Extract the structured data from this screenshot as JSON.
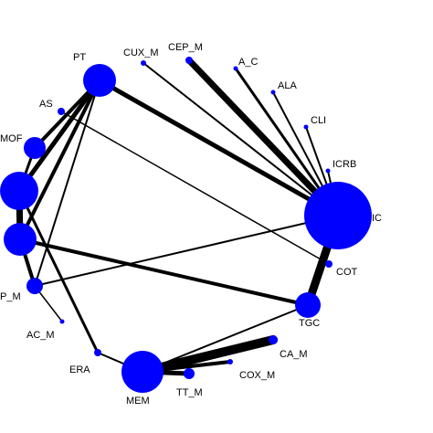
{
  "colors": {
    "node": "#0000ff",
    "edge": "#000000",
    "background": "#ffffff"
  },
  "nodes": [
    {
      "id": "PT",
      "label": "PT"
    },
    {
      "id": "CUX_M",
      "label": "CUX_M"
    },
    {
      "id": "CEP_M",
      "label": "CEP_M"
    },
    {
      "id": "A_C",
      "label": "A_C"
    },
    {
      "id": "ALA",
      "label": "ALA"
    },
    {
      "id": "CLI",
      "label": "CLI"
    },
    {
      "id": "ICRB",
      "label": "ICRB"
    },
    {
      "id": "IC",
      "label": "IC"
    },
    {
      "id": "COT",
      "label": "COT"
    },
    {
      "id": "TGC",
      "label": "TGC"
    },
    {
      "id": "CA_M",
      "label": "CA_M"
    },
    {
      "id": "COX_M",
      "label": "COX_M"
    },
    {
      "id": "TT_M",
      "label": "TT_M"
    },
    {
      "id": "MEM",
      "label": "MEM"
    },
    {
      "id": "ERA",
      "label": "ERA"
    },
    {
      "id": "AC_M",
      "label": "AC_M"
    },
    {
      "id": "P_M",
      "label": "P_M"
    },
    {
      "id": "N1",
      "label": ""
    },
    {
      "id": "N2",
      "label": ""
    },
    {
      "id": "MOF",
      "label": "MOF"
    },
    {
      "id": "AS",
      "label": "AS"
    }
  ],
  "edges": [
    {
      "source": "PT",
      "target": "IC",
      "weight": 5
    },
    {
      "source": "PT",
      "target": "N1",
      "weight": 5
    },
    {
      "source": "PT",
      "target": "N2",
      "weight": 4
    },
    {
      "source": "PT",
      "target": "MOF",
      "weight": 4
    },
    {
      "source": "PT",
      "target": "P_M",
      "weight": 2
    },
    {
      "source": "CUX_M",
      "target": "IC",
      "weight": 2
    },
    {
      "source": "CEP_M",
      "target": "IC",
      "weight": 7
    },
    {
      "source": "A_C",
      "target": "IC",
      "weight": 3
    },
    {
      "source": "ALA",
      "target": "IC",
      "weight": 2
    },
    {
      "source": "CLI",
      "target": "IC",
      "weight": 2
    },
    {
      "source": "ICRB",
      "target": "IC",
      "weight": 2
    },
    {
      "source": "AS",
      "target": "COT",
      "weight": 1.5
    },
    {
      "source": "MOF",
      "target": "N1",
      "weight": 3
    },
    {
      "source": "N1",
      "target": "N2",
      "weight": 7
    },
    {
      "source": "N1",
      "target": "ERA",
      "weight": 3
    },
    {
      "source": "N2",
      "target": "TGC",
      "weight": 4
    },
    {
      "source": "N2",
      "target": "P_M",
      "weight": 4
    },
    {
      "source": "P_M",
      "target": "IC",
      "weight": 2
    },
    {
      "source": "P_M",
      "target": "AC_M",
      "weight": 1.5
    },
    {
      "source": "IC",
      "target": "TGC",
      "weight": 9
    },
    {
      "source": "TGC",
      "target": "MEM",
      "weight": 2
    },
    {
      "source": "MEM",
      "target": "CA_M",
      "weight": 10
    },
    {
      "source": "MEM",
      "target": "COX_M",
      "weight": 4
    },
    {
      "source": "MEM",
      "target": "TT_M",
      "weight": 5
    },
    {
      "source": "MEM",
      "target": "ERA",
      "weight": 2
    }
  ]
}
